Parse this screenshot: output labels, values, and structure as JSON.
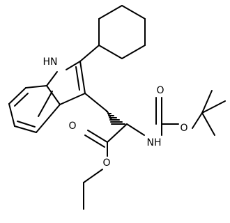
{
  "molecule": {
    "atom_labels": {
      "nh_indole": "HN",
      "nh_carbamate": "NH",
      "o_ester_carbonyl": "O",
      "o_ester_ether": "O",
      "o_carbamate_carbonyl": "O",
      "o_carbamate_ether": "O"
    },
    "stereo": {
      "alpha_carbon": "hashed-wedge"
    },
    "colors": {
      "bond": "#000000",
      "background": "#ffffff"
    }
  }
}
